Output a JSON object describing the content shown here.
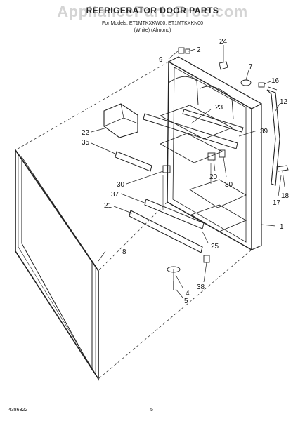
{
  "header": {
    "title": "REFRIGERATOR DOOR PARTS",
    "models": "For Models: ET1MTKXKW00, ET1MTKXKN00",
    "colors": "(White)   (Almond)"
  },
  "watermark": "AppliancePartsPros.com",
  "footer": {
    "doc_number": "4386322",
    "page_number": "5"
  },
  "callouts": [
    "24",
    "9",
    "2",
    "7",
    "16",
    "12",
    "23",
    "39",
    "22",
    "35",
    "20",
    "30",
    "30",
    "17",
    "18",
    "37",
    "21",
    "1",
    "25",
    "8",
    "38",
    "4",
    "5"
  ],
  "icons": {
    "door-outer": "door panel",
    "gasket": "door gasket",
    "hinge": "hinge",
    "shelf": "door shelf / bar"
  }
}
